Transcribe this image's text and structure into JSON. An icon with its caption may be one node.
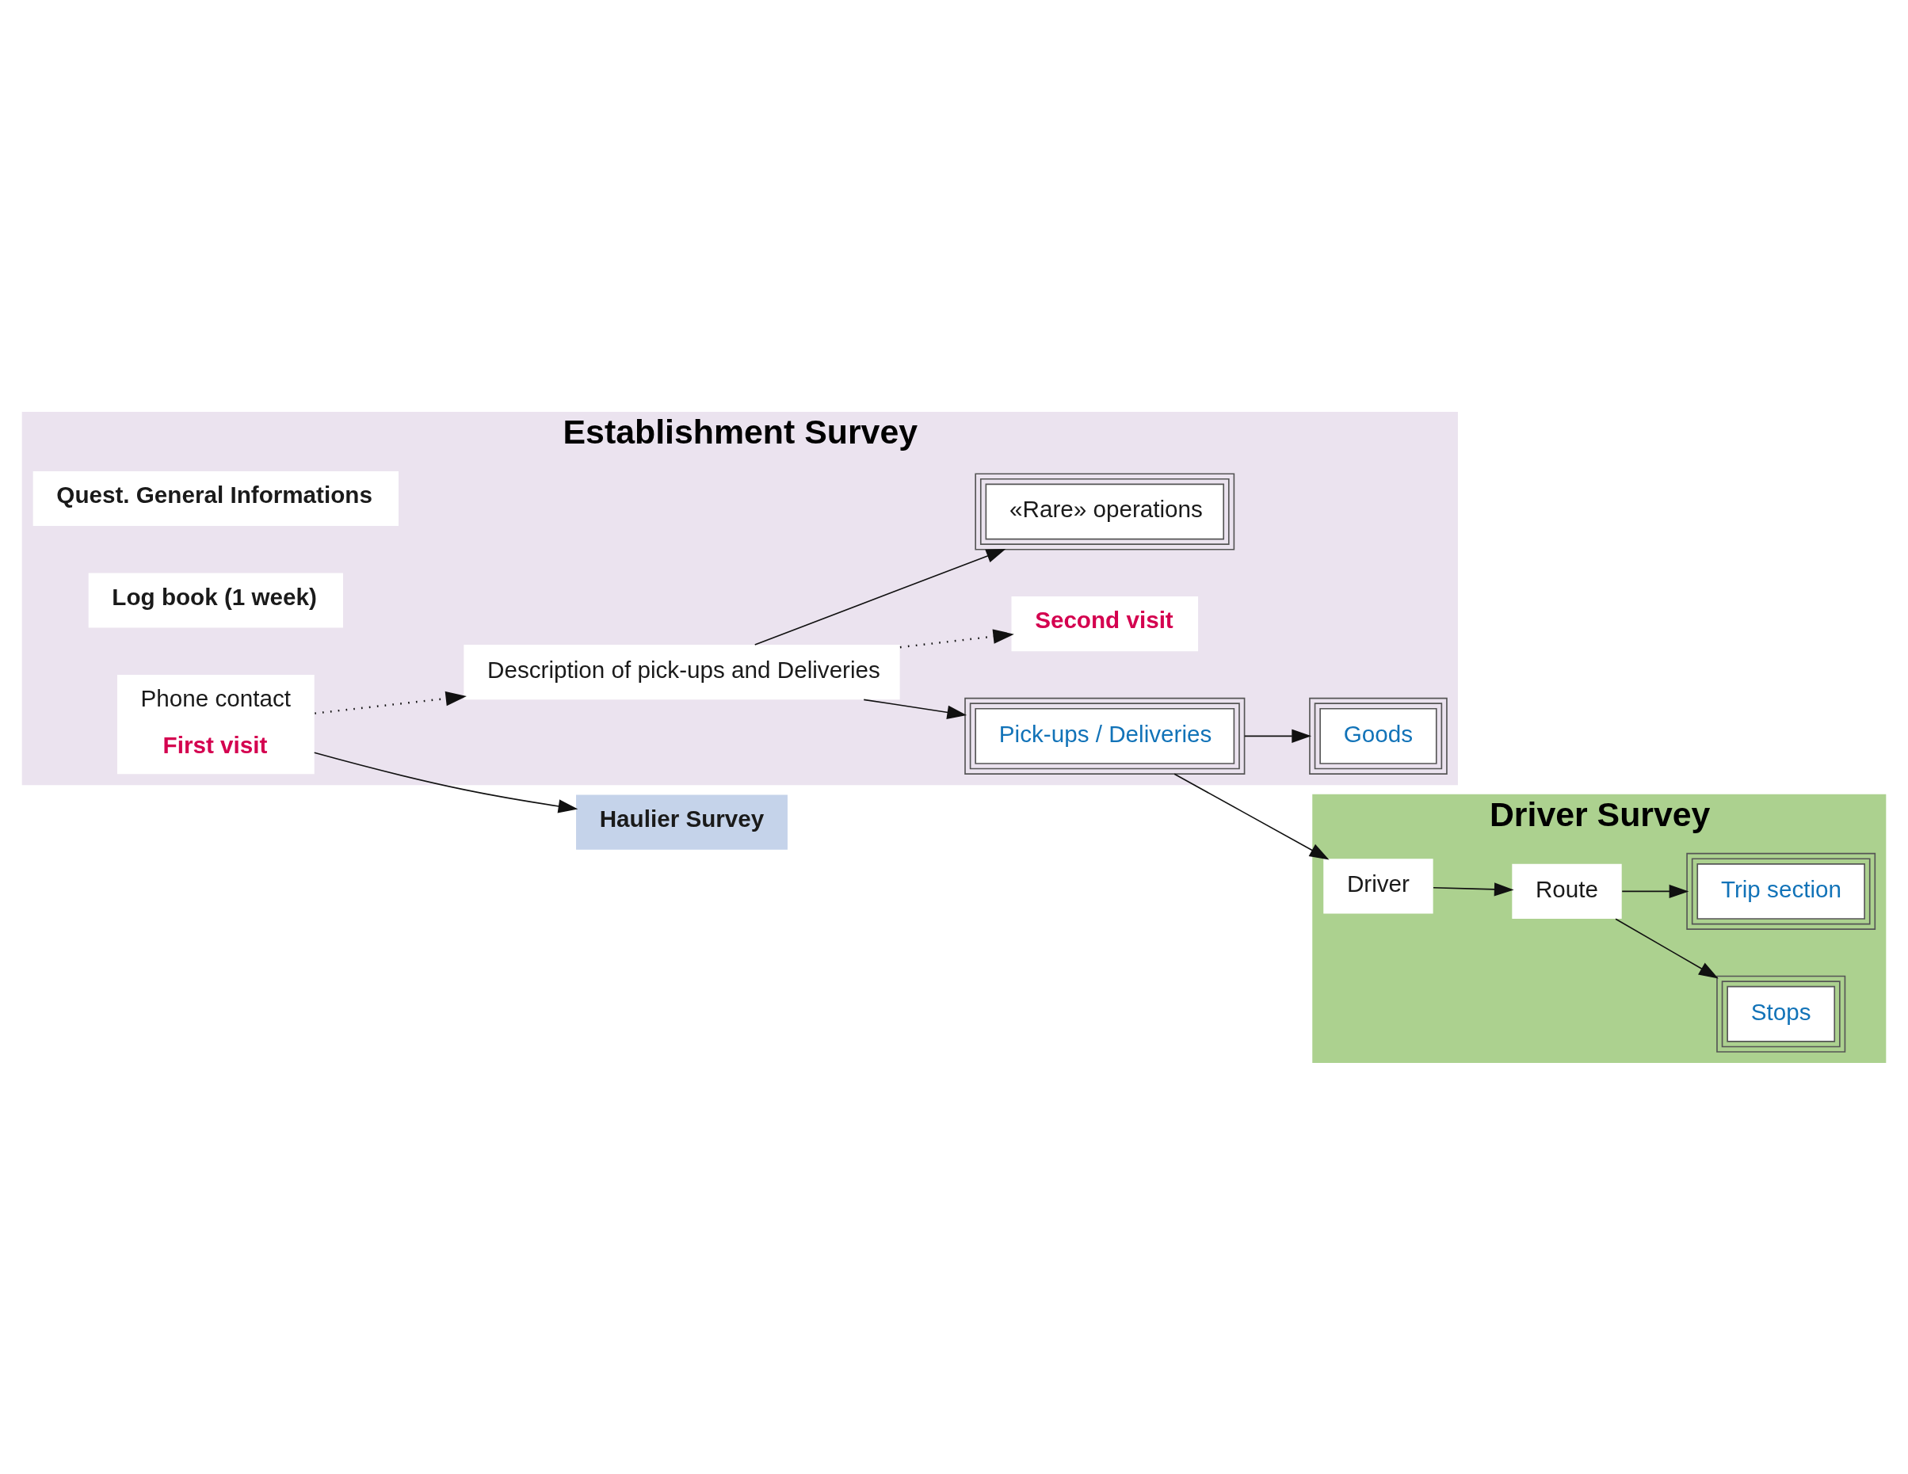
{
  "diagram": {
    "nodes": [
      {
        "text": [
          "Establishment Survey"
        ]
      },
      {
        "text": [
          "Quest. General Informations"
        ],
        "in": 0
      },
      {
        "text": [
          "Log book (1 week)"
        ],
        "in": 0
      },
      {
        "text": [
          "Phone contact",
          "First visit"
        ],
        "in": 0
      },
      {
        "text": [
          "Description of pick-ups and Deliveries"
        ],
        "in": 0
      },
      {
        "text": [
          "Pick-ups / Deliveries"
        ],
        "in": 0
      },
      {
        "text": [
          "Goods"
        ],
        "in": 0
      },
      {
        "text": [
          "Second visit"
        ],
        "in": 0
      },
      {
        "text": [
          "«Rare» operations"
        ],
        "in": 0
      },
      {
        "text": [
          "Driver Survey"
        ]
      },
      {
        "text": [
          "Driver"
        ],
        "in": 9
      },
      {
        "text": [
          "Route"
        ],
        "in": 9
      },
      {
        "text": [
          "Stops"
        ],
        "in": 9
      },
      {
        "text": [
          "Trip section"
        ],
        "in": 9
      },
      {
        "text": [
          "Haulier Survey"
        ]
      }
    ],
    "edges": [
      {
        "from": 3,
        "to": 4,
        "arrow": "to",
        "style": "dashed"
      },
      {
        "from": 4,
        "to": 5,
        "arrow": "to"
      },
      {
        "from": 5,
        "to": 10,
        "arrow": "to"
      },
      {
        "from": 5,
        "to": 6,
        "arrow": "to"
      },
      {
        "from": 4,
        "to": 7,
        "arrow": "to",
        "style": "dashed"
      },
      {
        "from": 4,
        "to": 8,
        "arrow": "to"
      },
      {
        "from": 10,
        "to": 11,
        "arrow": "to"
      },
      {
        "from": 11,
        "to": 12,
        "arrow": "to"
      },
      {
        "from": 11,
        "to": 13,
        "arrow": "to"
      },
      {
        "from": 3,
        "to": 14,
        "arrow": "to"
      }
    ]
  }
}
